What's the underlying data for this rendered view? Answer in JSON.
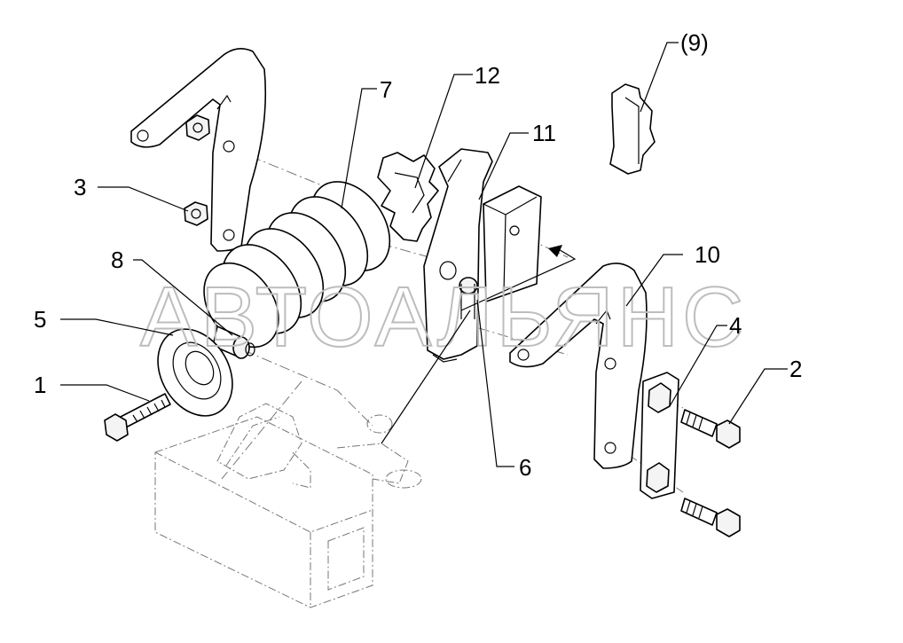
{
  "diagram": {
    "watermark": "АВТОАЛЬЯНС",
    "callouts": [
      {
        "id": "1",
        "label": "1"
      },
      {
        "id": "2",
        "label": "2"
      },
      {
        "id": "3",
        "label": "3"
      },
      {
        "id": "4",
        "label": "4"
      },
      {
        "id": "5",
        "label": "5"
      },
      {
        "id": "6",
        "label": "6"
      },
      {
        "id": "7",
        "label": "7"
      },
      {
        "id": "8",
        "label": "8"
      },
      {
        "id": "9",
        "label": "(9)"
      },
      {
        "id": "10",
        "label": "10"
      },
      {
        "id": "11",
        "label": "11"
      },
      {
        "id": "12",
        "label": "12"
      }
    ]
  }
}
